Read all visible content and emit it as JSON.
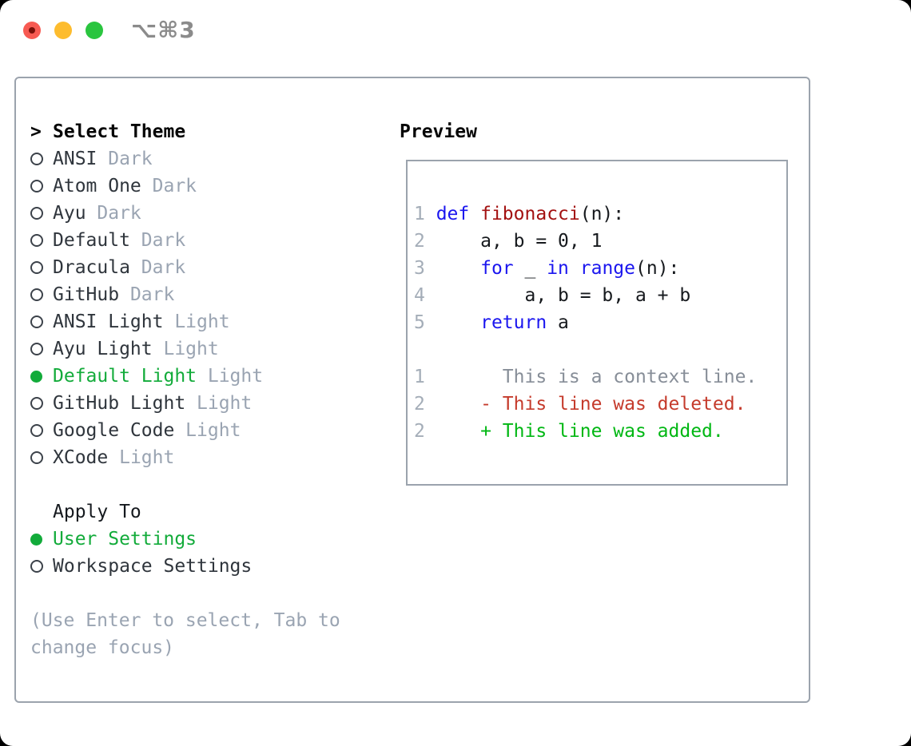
{
  "titlebar": {
    "shortcut": "⌥⌘3"
  },
  "theme_list": {
    "cursor": ">",
    "header": "Select Theme",
    "items": [
      {
        "name": "ANSI",
        "variant": "Dark",
        "selected": false
      },
      {
        "name": "Atom One",
        "variant": "Dark",
        "selected": false
      },
      {
        "name": "Ayu",
        "variant": "Dark",
        "selected": false
      },
      {
        "name": "Default",
        "variant": "Dark",
        "selected": false
      },
      {
        "name": "Dracula",
        "variant": "Dark",
        "selected": false
      },
      {
        "name": "GitHub",
        "variant": "Dark",
        "selected": false
      },
      {
        "name": "ANSI Light",
        "variant": "Light",
        "selected": false
      },
      {
        "name": "Ayu Light",
        "variant": "Light",
        "selected": false
      },
      {
        "name": "Default Light",
        "variant": "Light",
        "selected": true
      },
      {
        "name": "GitHub Light",
        "variant": "Light",
        "selected": false
      },
      {
        "name": "Google Code",
        "variant": "Light",
        "selected": false
      },
      {
        "name": "XCode",
        "variant": "Light",
        "selected": false
      }
    ]
  },
  "apply_to": {
    "header": "Apply To",
    "options": [
      {
        "name": "User Settings",
        "selected": true
      },
      {
        "name": "Workspace Settings",
        "selected": false
      }
    ]
  },
  "hint": {
    "line1": "(Use Enter to select, Tab to",
    "line2": "change focus)"
  },
  "preview": {
    "title": "Preview",
    "lines": [
      {
        "tokens": [
          {
            "c": "ln",
            "t": "1 "
          },
          {
            "c": "kw",
            "t": "def"
          },
          {
            "c": "pl",
            "t": " "
          },
          {
            "c": "fn",
            "t": "fibonacci"
          },
          {
            "c": "pl",
            "t": "(n):"
          }
        ]
      },
      {
        "tokens": [
          {
            "c": "ln",
            "t": "2"
          },
          {
            "c": "pl",
            "t": "     a, b = 0, 1"
          }
        ]
      },
      {
        "tokens": [
          {
            "c": "ln",
            "t": "3"
          },
          {
            "c": "pl",
            "t": "     "
          },
          {
            "c": "kw",
            "t": "for"
          },
          {
            "c": "pl",
            "t": " _ "
          },
          {
            "c": "kw",
            "t": "in"
          },
          {
            "c": "pl",
            "t": " "
          },
          {
            "c": "kw",
            "t": "range"
          },
          {
            "c": "pl",
            "t": "(n):"
          }
        ]
      },
      {
        "tokens": [
          {
            "c": "ln",
            "t": "4"
          },
          {
            "c": "pl",
            "t": "         a, b = b, a + b"
          }
        ]
      },
      {
        "tokens": [
          {
            "c": "ln",
            "t": "5"
          },
          {
            "c": "pl",
            "t": "     "
          },
          {
            "c": "kw",
            "t": "return"
          },
          {
            "c": "pl",
            "t": " a"
          }
        ]
      },
      {
        "tokens": []
      },
      {
        "tokens": [
          {
            "c": "ln",
            "t": "1"
          },
          {
            "c": "ctx",
            "t": "       This is a context line."
          }
        ]
      },
      {
        "tokens": [
          {
            "c": "ln",
            "t": "2"
          },
          {
            "c": "del",
            "t": "     - This line was deleted."
          }
        ]
      },
      {
        "tokens": [
          {
            "c": "ln",
            "t": "2"
          },
          {
            "c": "add",
            "t": "     + This line was added."
          }
        ]
      }
    ]
  },
  "colors": {
    "selection_green": "#12ab3a",
    "added_green": "#00b713",
    "deleted_red": "#c53b2c",
    "keyword_blue": "#1b16ef",
    "function_red": "#a31111",
    "muted_gray": "#9aa4b2",
    "border_gray": "#9ba3ad",
    "traffic_red": "#f75a52",
    "traffic_yellow": "#fdbc2e",
    "traffic_green": "#2ac53f"
  }
}
